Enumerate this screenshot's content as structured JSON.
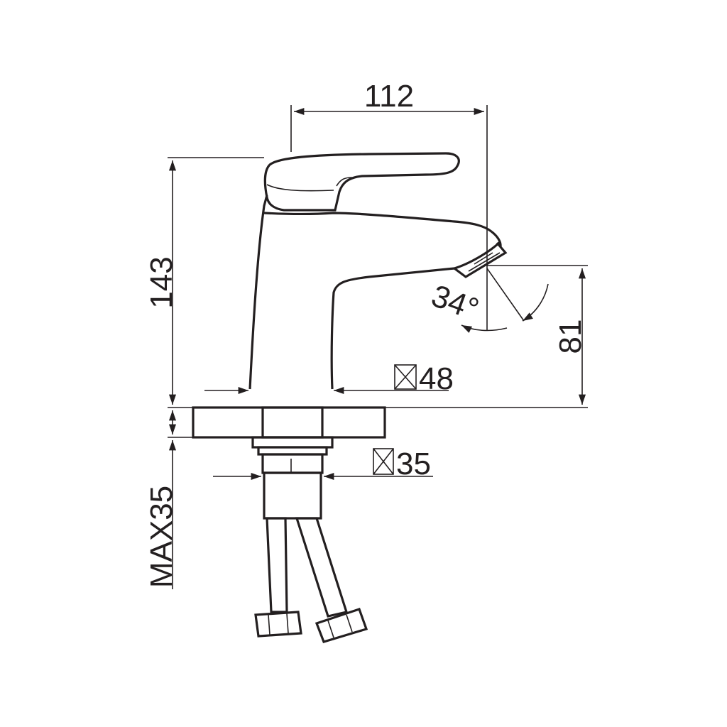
{
  "dimensions": {
    "width_top": "112",
    "height_total": "143",
    "spout_height": "81",
    "spout_angle": "34°",
    "base_square": "48",
    "shank_square": "35",
    "max_thickness": "MAX35"
  },
  "colors": {
    "ink": "#231f20",
    "background": "#ffffff"
  }
}
